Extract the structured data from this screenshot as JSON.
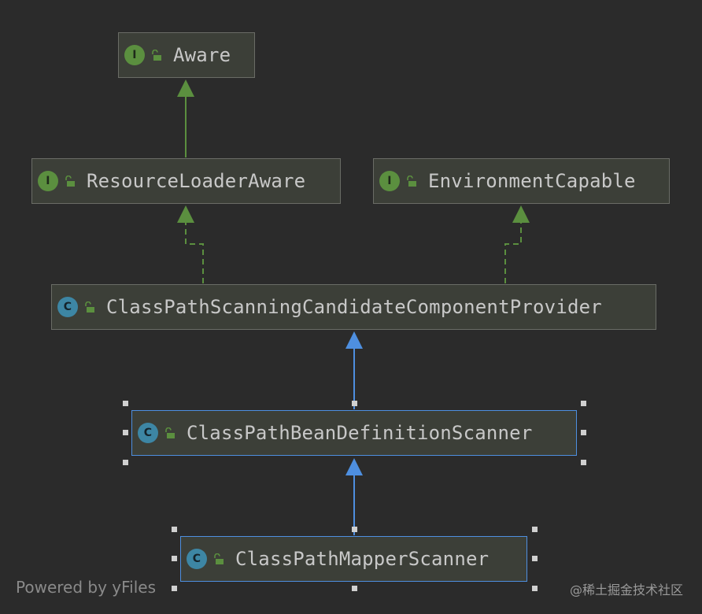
{
  "nodes": {
    "aware": {
      "kind_letter": "I",
      "name": "Aware"
    },
    "resource_loader_aware": {
      "kind_letter": "I",
      "name": "ResourceLoaderAware"
    },
    "environment_capable": {
      "kind_letter": "I",
      "name": "EnvironmentCapable"
    },
    "candidate_provider": {
      "kind_letter": "C",
      "name": "ClassPathScanningCandidateComponentProvider"
    },
    "bean_definition_scanner": {
      "kind_letter": "C",
      "name": "ClassPathBeanDefinitionScanner"
    },
    "mapper_scanner": {
      "kind_letter": "C",
      "name": "ClassPathMapperScanner"
    }
  },
  "footer": {
    "left": "Powered by yFiles",
    "right": "@稀土掘金技术社区"
  },
  "colors": {
    "background": "#2b2b2b",
    "node_fill": "#3c3f38",
    "node_border": "#6a6c66",
    "selected_border": "#4e8fe0",
    "interface_badge": "#5b8f3f",
    "class_badge": "#3d86a4",
    "interface_arrow": "#5b8f3f",
    "class_arrow": "#4e8fe0"
  }
}
